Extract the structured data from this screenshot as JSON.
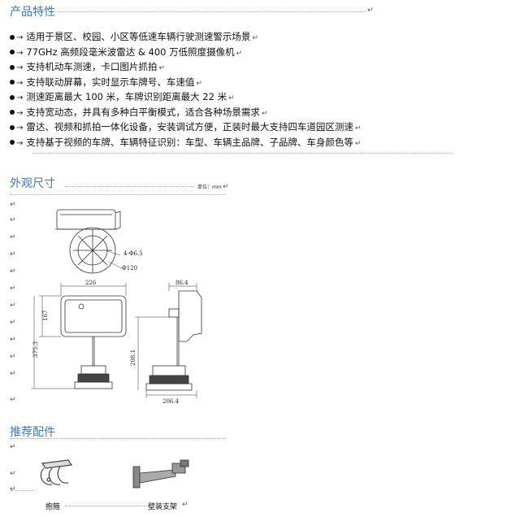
{
  "section_features": {
    "title": "产品特性",
    "items": [
      "适用于景区、校园、小区等低速车辆行驶测速警示场景",
      "77GHz 高频段毫米波雷达 & 400 万低照度摄像机",
      "支持机动车测速，卡口图片抓拍",
      "支持联动屏幕，实时显示车牌号、车速值",
      "测速距离最大 100 米，车牌识别距离最大 22 米",
      "支持宽动态，并具有多种白平衡模式，适合各种场景需求",
      "雷达、视频和抓拍一体化设备，安装调试方便，正装时最大支持四车道园区测速",
      "支持基于视频的车牌、车辆特征识别：车型、车辆主品牌、子品牌、车身颜色等"
    ]
  },
  "section_dimensions": {
    "title": "外观尺寸",
    "unit": "单位：mm",
    "labels": {
      "hole": "4-Φ6.5",
      "diameter": "Φ120",
      "width": "226",
      "depth": "86.4",
      "panel_height": "167",
      "total_height": "375.3",
      "side_height": "208.1",
      "side_width": "206.4"
    }
  },
  "section_accessories": {
    "title": "推荐配件",
    "items": [
      {
        "name": "抱箍",
        "icon": "hoop-clamp-icon"
      },
      {
        "name": "壁装支架",
        "icon": "wall-mount-bracket-icon"
      }
    ]
  },
  "glyphs": {
    "return": "↵",
    "arrow": "→"
  }
}
